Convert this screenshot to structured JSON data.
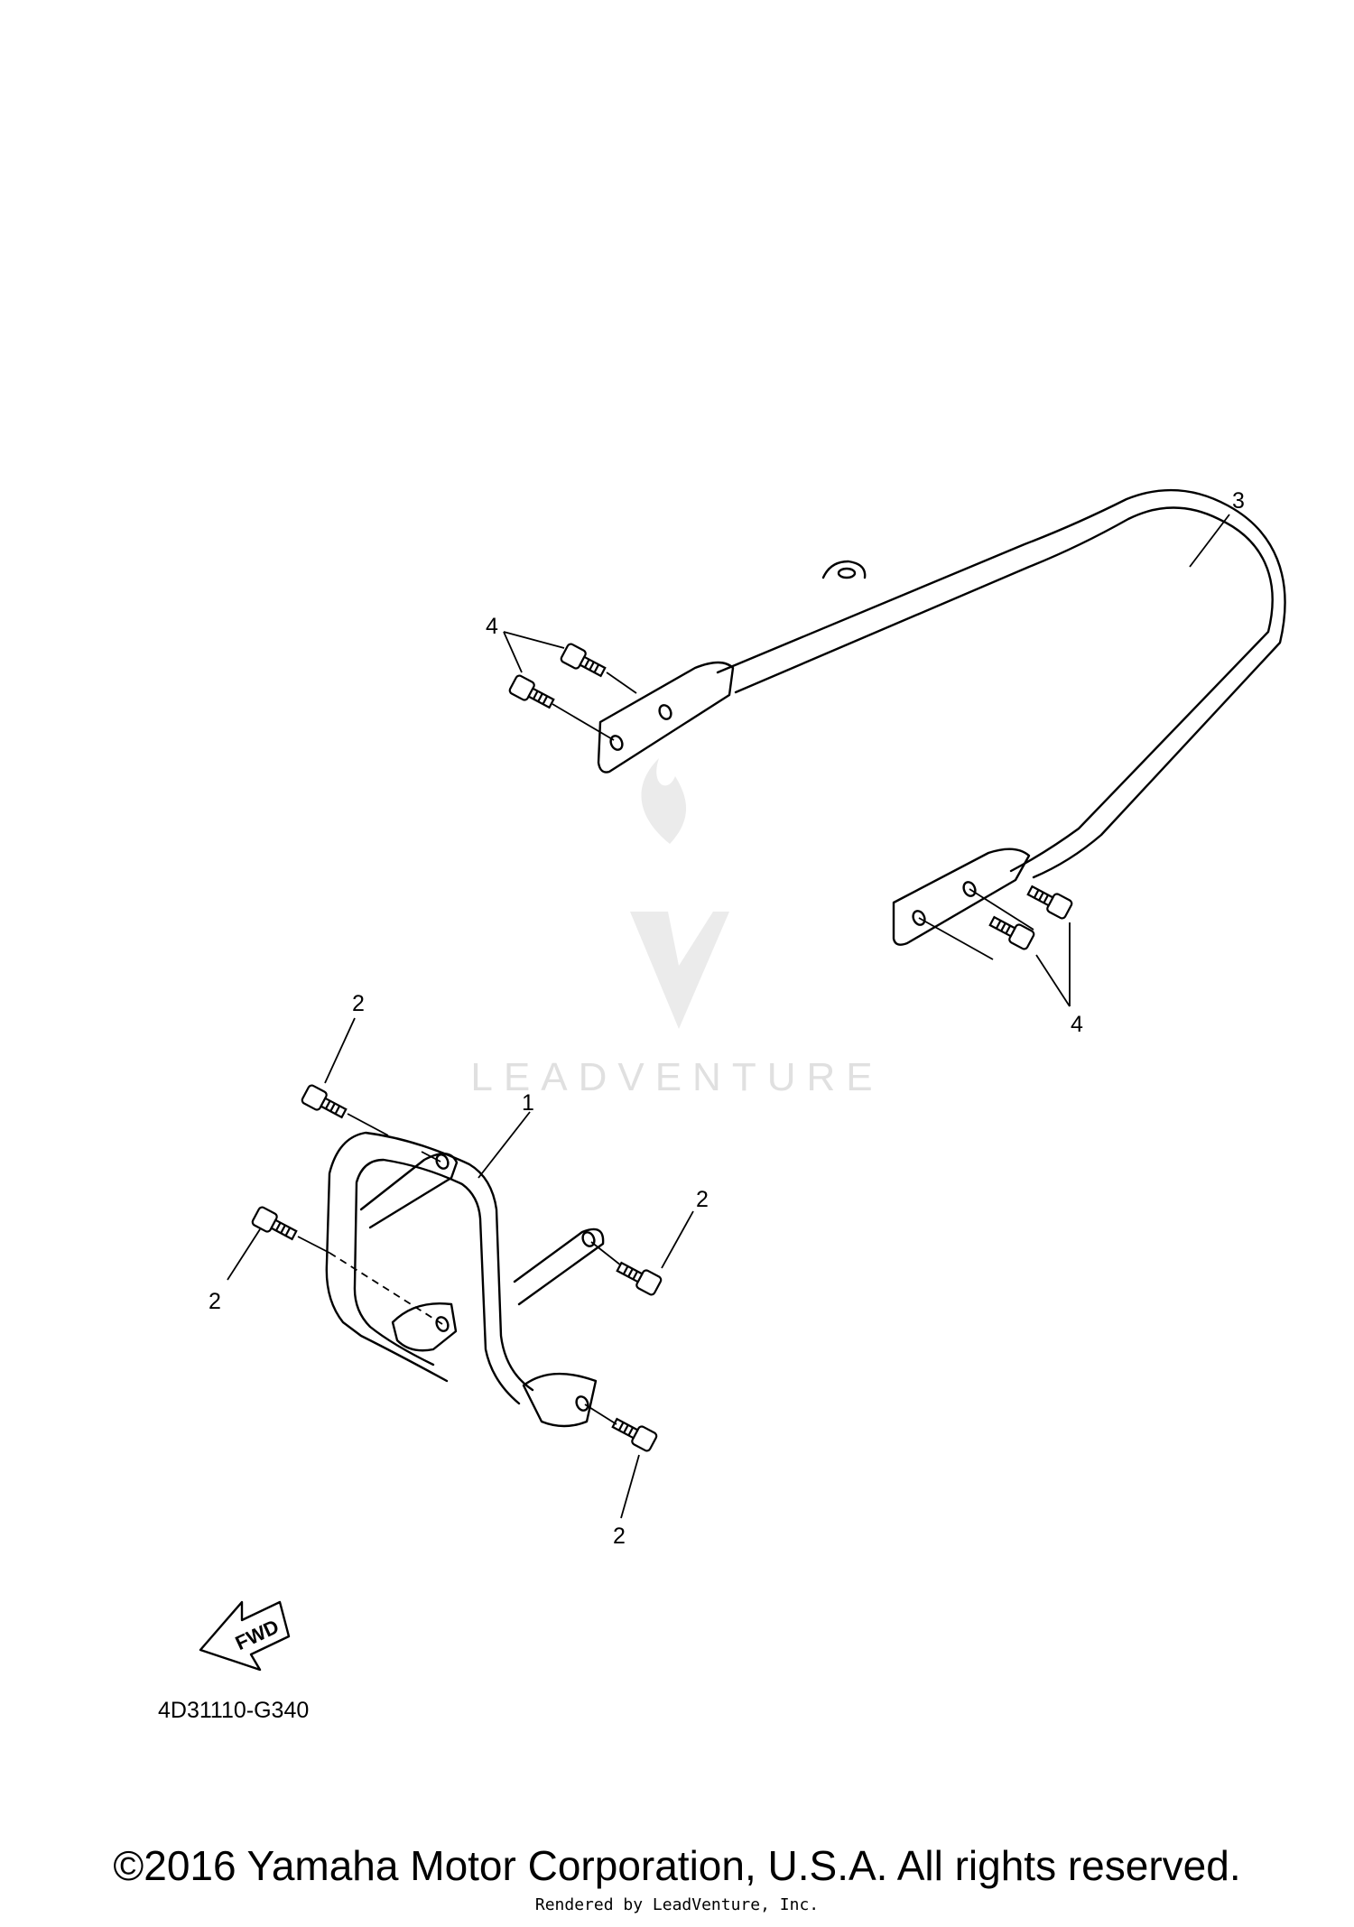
{
  "watermark": {
    "brand": "LEADVENTURE"
  },
  "callouts": {
    "part1": "1",
    "part2_top": "2",
    "part2_left": "2",
    "part2_right": "2",
    "part2_bottom": "2",
    "part3": "3",
    "part4_top": "4",
    "part4_bottom": "4"
  },
  "fwd_label": "FWD",
  "part_code": "4D31110-G340",
  "footer": {
    "copyright": "©2016 Yamaha Motor Corporation, U.S.A. All rights reserved.",
    "rendered_by": "Rendered by LeadVenture, Inc."
  },
  "icons": [
    "leadventure-logo-watermark",
    "fwd-arrow-icon",
    "bolt-icon"
  ]
}
